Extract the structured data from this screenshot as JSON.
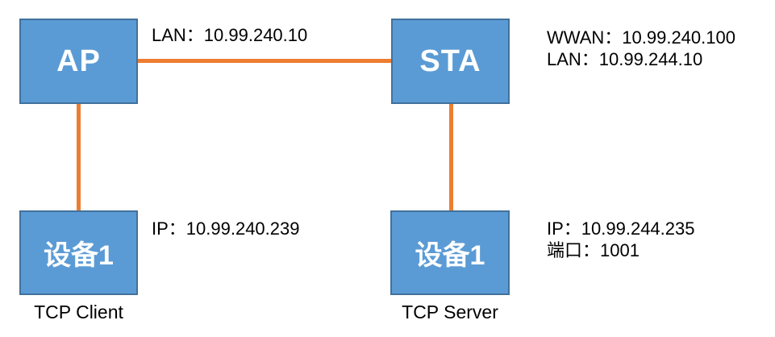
{
  "diagram": {
    "type": "network-topology",
    "colors": {
      "node_fill": "#5B9BD5",
      "node_border": "#41719C",
      "node_text": "#FFFFFF",
      "link": "#ED7D31",
      "annotation_text": "#000000",
      "background": "#FFFFFF"
    },
    "nodes": {
      "ap": {
        "label": "AP"
      },
      "sta": {
        "label": "STA"
      },
      "client_device": {
        "label": "设备1",
        "caption": "TCP Client"
      },
      "server_device": {
        "label": "设备1",
        "caption": "TCP Server"
      }
    },
    "annotations": {
      "ap_sta_link_lan": "LAN：10.99.240.10",
      "sta_wwan": "WWAN：10.99.240.100",
      "sta_lan": "LAN：10.99.244.10",
      "client_ip": "IP：10.99.240.239",
      "server_ip": "IP：10.99.244.235",
      "server_port": "端口：1001"
    }
  }
}
